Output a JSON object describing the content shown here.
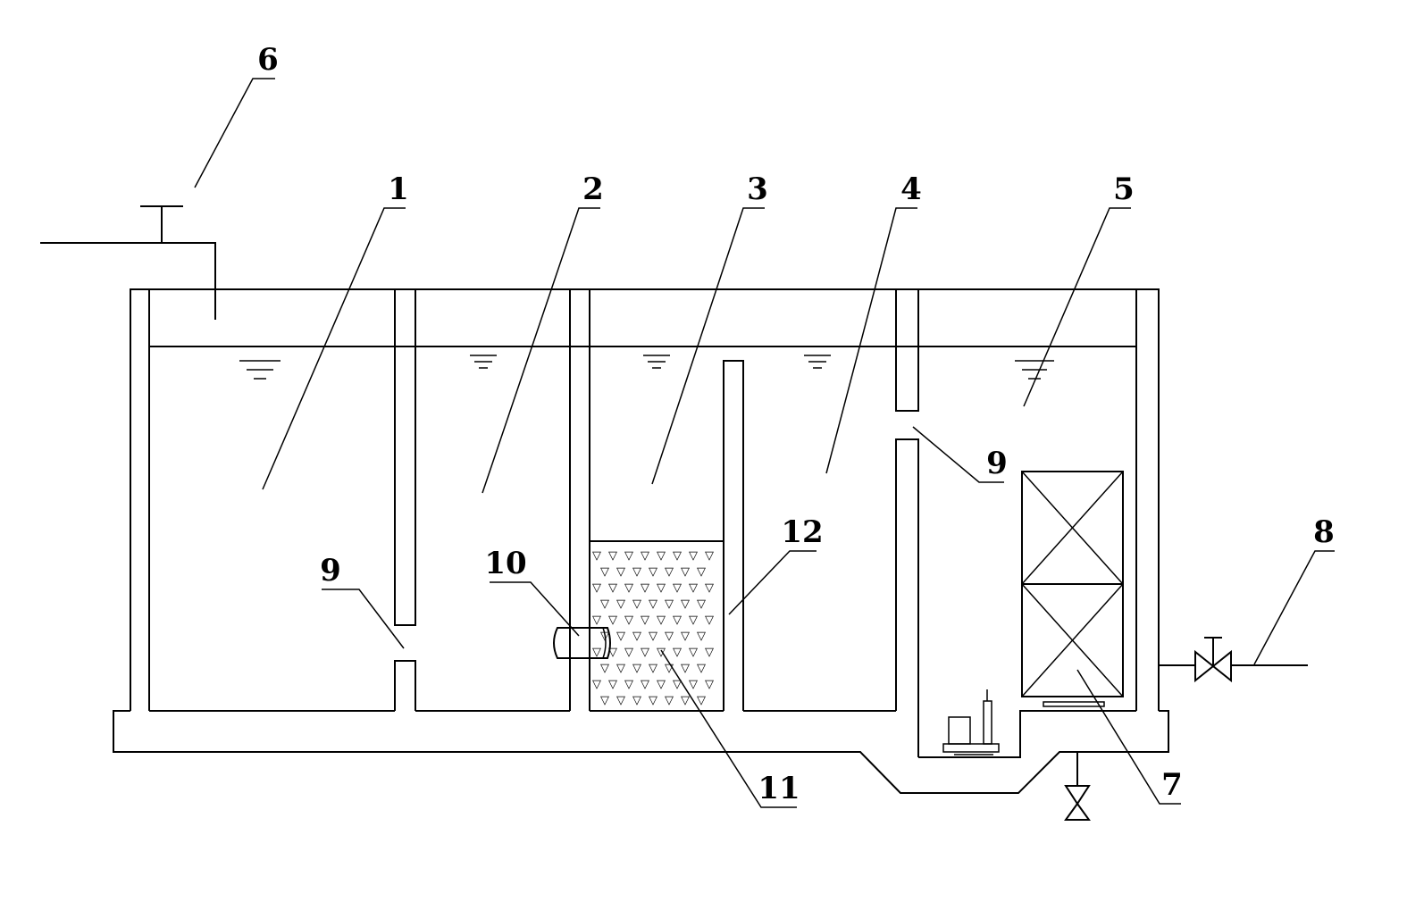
{
  "diagram": {
    "labels": {
      "l1": "1",
      "l2": "2",
      "l3": "3",
      "l4": "4",
      "l5": "5",
      "l6": "6",
      "l7": "7",
      "l8": "8",
      "l9a": "9",
      "l9b": "9",
      "l10": "10",
      "l11": "11",
      "l12": "12"
    },
    "media_glyph": "▽"
  }
}
